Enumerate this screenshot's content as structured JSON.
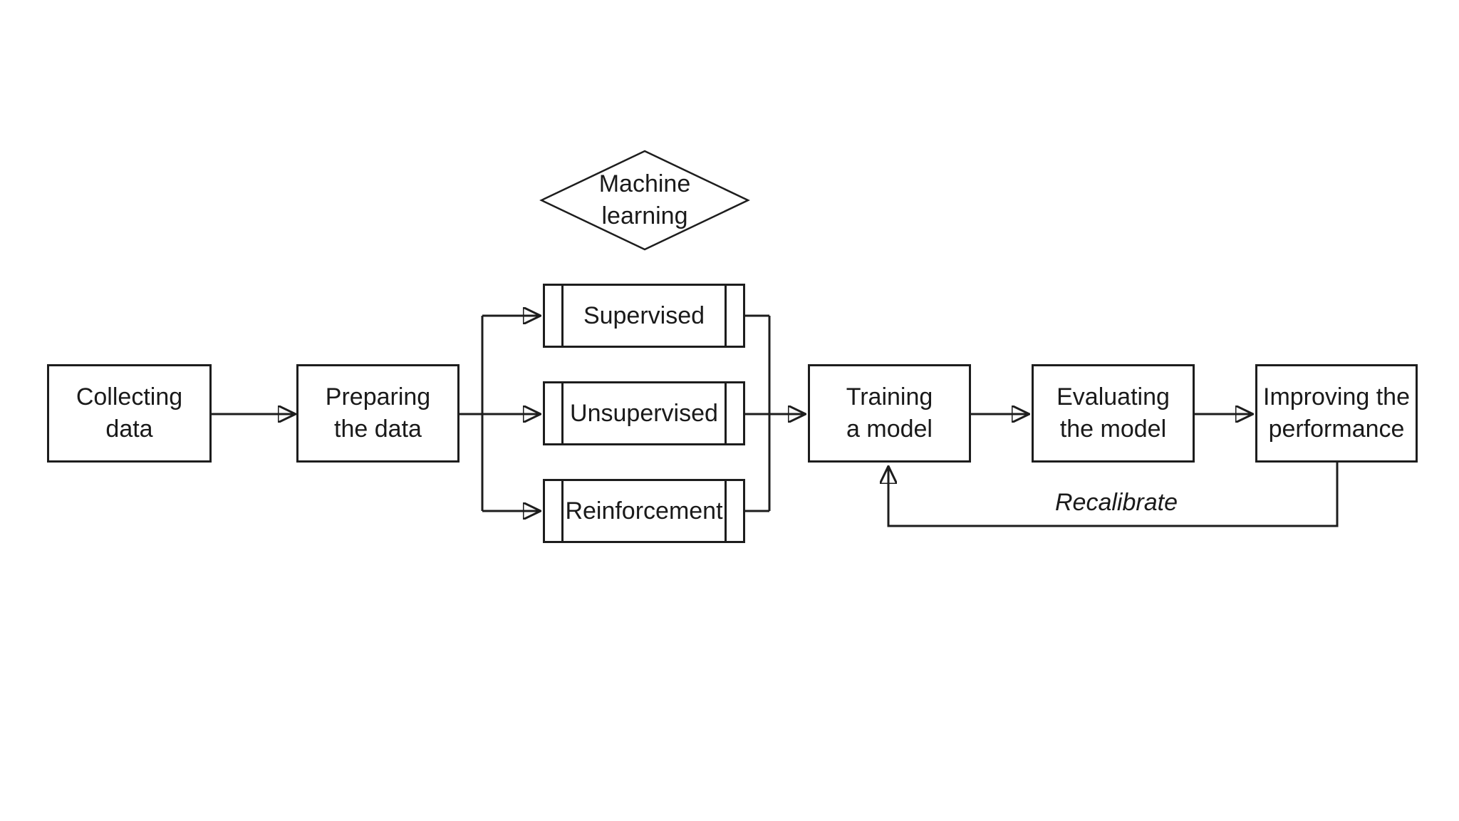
{
  "diagram": {
    "title_node": {
      "shape": "diamond",
      "line1": "Machine",
      "line2": "learning"
    },
    "nodes": {
      "collecting": {
        "shape": "rectangle",
        "line1": "Collecting",
        "line2": "data"
      },
      "preparing": {
        "shape": "rectangle",
        "line1": "Preparing",
        "line2": "the data"
      },
      "supervised": {
        "shape": "predefined-process",
        "line1": "Supervised"
      },
      "unsupervised": {
        "shape": "predefined-process",
        "line1": "Unsupervised"
      },
      "reinforcement": {
        "shape": "predefined-process",
        "line1": "Reinforcement"
      },
      "training": {
        "shape": "rectangle",
        "line1": "Training",
        "line2": "a model"
      },
      "evaluating": {
        "shape": "rectangle",
        "line1": "Evaluating",
        "line2": "the model"
      },
      "improving": {
        "shape": "rectangle",
        "line1": "Improving the",
        "line2": "performance"
      }
    },
    "edge_label": "Recalibrate",
    "edges": [
      {
        "from": "collecting",
        "to": "preparing"
      },
      {
        "from": "preparing",
        "to": "supervised"
      },
      {
        "from": "preparing",
        "to": "unsupervised"
      },
      {
        "from": "preparing",
        "to": "reinforcement"
      },
      {
        "from": "supervised",
        "to": "training"
      },
      {
        "from": "unsupervised",
        "to": "training"
      },
      {
        "from": "reinforcement",
        "to": "training"
      },
      {
        "from": "training",
        "to": "evaluating"
      },
      {
        "from": "evaluating",
        "to": "improving"
      },
      {
        "from": "improving",
        "to": "training",
        "label": "Recalibrate"
      }
    ],
    "colors": {
      "line": "#1d1d1d",
      "text": "#1a1a1a",
      "background": "#ffffff"
    }
  }
}
